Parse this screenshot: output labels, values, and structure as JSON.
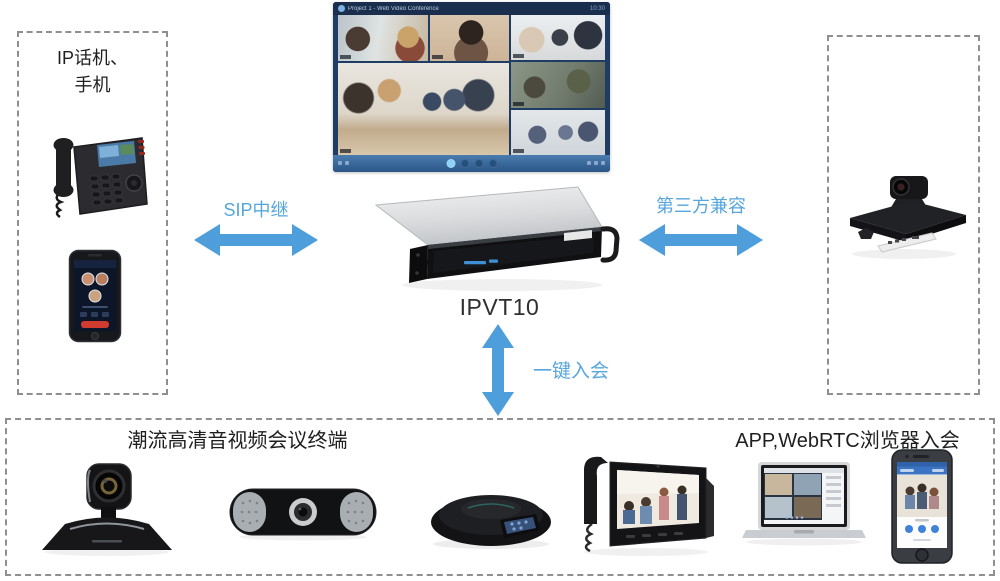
{
  "monitor": {
    "titlebar_title": "Project 1 - Web Video Conference",
    "titlebar_time": "10:30",
    "video_tiles": [
      "two-colleagues-office",
      "woman-speaking",
      "team-of-three",
      "standing-team",
      "boardroom-meeting",
      "training-room"
    ]
  },
  "left_box": {
    "label_line1": "IP话机、",
    "label_line2": "手机",
    "devices": [
      "ip-desk-phone",
      "mobile-phone"
    ]
  },
  "server": {
    "label": "IPVT10"
  },
  "arrows": {
    "sip_label": "SIP中继",
    "third_party_label": "第三方兼容",
    "one_click_label": "一键入会"
  },
  "right_box": {
    "devices": [
      "third-party-video-endpoint"
    ]
  },
  "bottom_box": {
    "label_terminals": "潮流高清音视频会议终端",
    "label_app_webrtc": "APP,WebRTC浏览器入会",
    "devices": [
      "hd-ptz-conference-camera",
      "video-conference-soundbar",
      "conference-speakerphone",
      "android-video-phone",
      "laptop-webrtc-browser",
      "smartphone-app"
    ]
  },
  "colors": {
    "arrow_blue": "#4e9edb",
    "label_blue": "#56a6dd",
    "dashed_border": "#8f8f8f",
    "text_dark": "#1f1f1f",
    "monitor_frame": "#1e3c64"
  }
}
